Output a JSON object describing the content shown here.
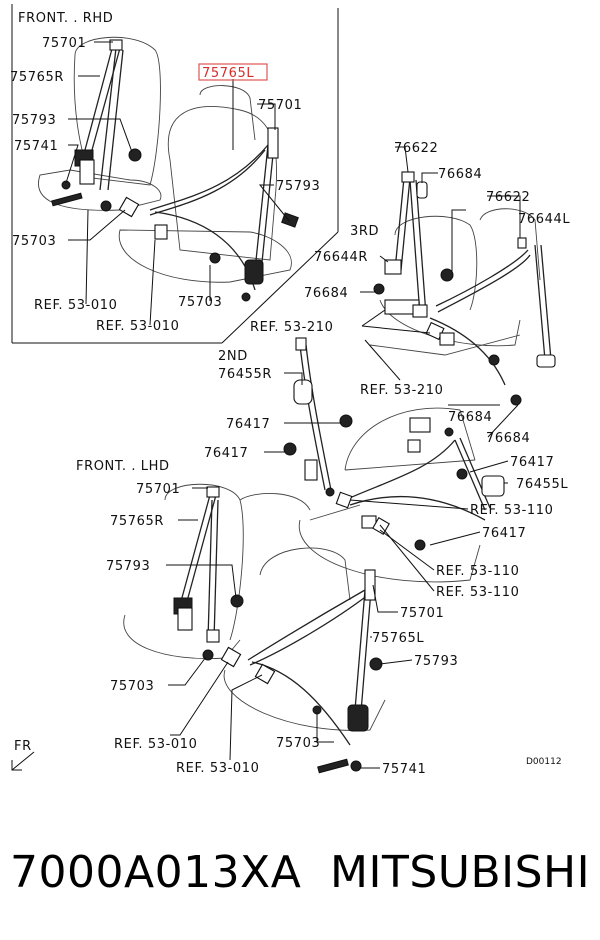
{
  "labels": {
    "front_rhd": "FRONT. . RHD",
    "front_lhd": "FRONT. . LHD",
    "row_3rd": "3RD",
    "row_2nd": "2ND",
    "fr": "FR",
    "diagram_code": "D00112",
    "p75701_a": "75701",
    "p75765r_a": "75765R",
    "p75793_a": "75793",
    "p75741_a": "75741",
    "p75703_a": "75703",
    "ref53010_a": "REF. 53-010",
    "ref53010_b": "REF. 53-010",
    "p75765l_highlight": "75765L",
    "p75701_b": "75701",
    "p75793_b": "75793",
    "p75703_b": "75703",
    "p76622_a": "76622",
    "p76684_a": "76684",
    "p76622_b": "76622",
    "p76644l": "76644L",
    "p76644r": "76644R",
    "p76684_b": "76684",
    "ref53210_a": "REF. 53-210",
    "p76455r": "76455R",
    "ref53210_b": "REF. 53-210",
    "p76417_a": "76417",
    "p76684_c": "76684",
    "p76684_d": "76684",
    "p76417_b": "76417",
    "p76417_c": "76417",
    "p76455l": "76455L",
    "ref53110_a": "REF. 53-110",
    "p76417_d": "76417",
    "ref53110_b": "REF. 53-110",
    "ref53110_c": "REF. 53-110",
    "p75701_c": "75701",
    "p75765r_b": "75765R",
    "p75793_c": "75793",
    "p75703_c": "75703",
    "ref53010_c": "REF. 53-010",
    "ref53010_d": "REF. 53-010",
    "p75701_d": "75701",
    "p75765l_b": "75765L",
    "p75793_d": "75793",
    "p75703_d": "75703",
    "p75741_b": "75741"
  },
  "caption": {
    "part_number": "7000A013XA",
    "brand": "MITSUBISHI"
  },
  "colors": {
    "highlight_box": "#e05555",
    "highlight_text": "#d32f2f",
    "ink": "#111111"
  }
}
